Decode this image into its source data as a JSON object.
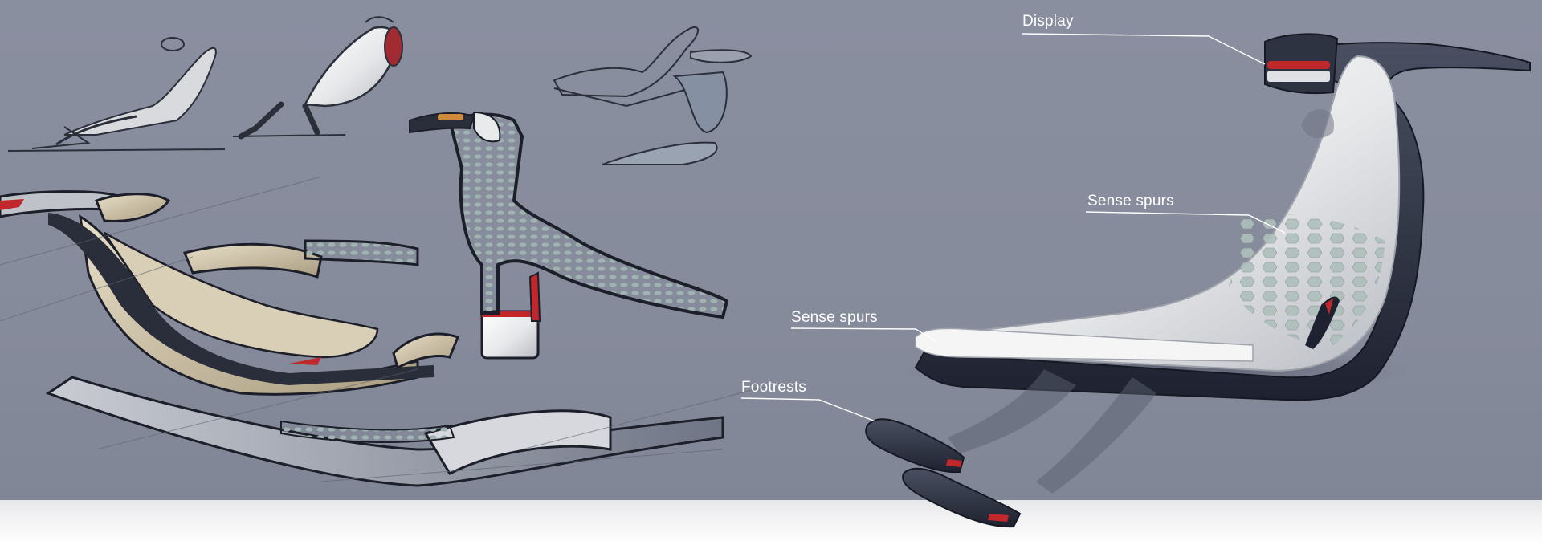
{
  "labels": {
    "display": "Display",
    "sense_spurs_upper": "Sense spurs",
    "sense_spurs_lower": "Sense spurs",
    "footrests": "Footrests"
  },
  "colors": {
    "background": "#868b9b",
    "accent_red": "#c0282c",
    "hex_pattern": "#b9c8c3",
    "seat_white": "#f2f2f2",
    "frame_dark": "#2c3140",
    "sand": "#c9bea4"
  }
}
